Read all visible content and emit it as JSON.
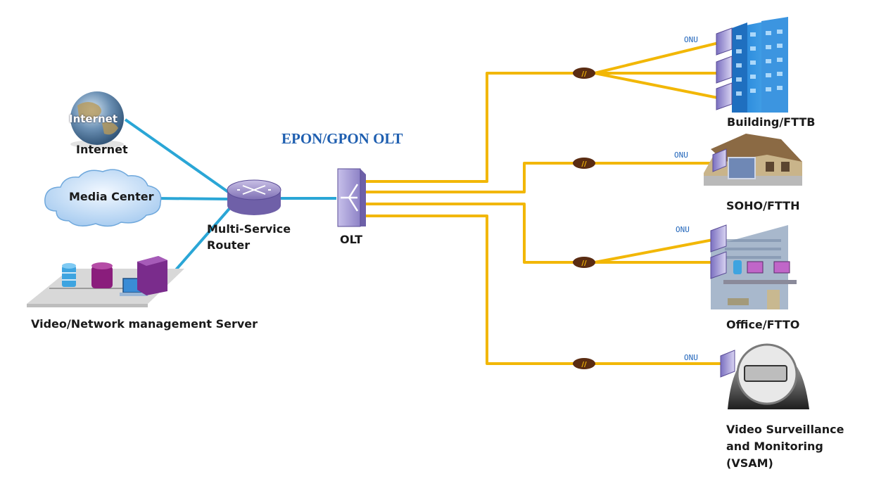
{
  "title": "EPON/GPON OLT",
  "internet_globe_text": "Internet",
  "nodes": {
    "internet": "Internet",
    "media_center": "Media Center",
    "server": "Video/Network management Server",
    "router_line1": "Multi-Service",
    "router_line2": "Router",
    "olt": "OLT",
    "building": "Building/FTTB",
    "soho": "SOHO/FTTH",
    "office": "Office/FTTO",
    "vsam_line1": "Video Surveillance",
    "vsam_line2": "and Monitoring",
    "vsam_line3": "(VSAM)"
  },
  "onu_label": "ONU",
  "colors": {
    "title": "#1f5fb0",
    "uplink": "#2aa6d6",
    "fiber": "#f2b705",
    "splitter": "#5a2c12"
  }
}
